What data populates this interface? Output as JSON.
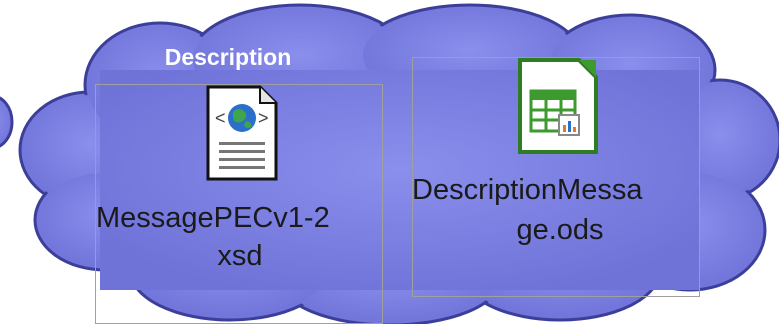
{
  "cloud": {
    "title": "Description",
    "fill_color": "#7b7fe3",
    "stroke_color": "#3c3f9a"
  },
  "files": [
    {
      "icon": "xsd-document-icon",
      "name_line1": "MessagePECv1-2",
      "name_line2": "xsd"
    },
    {
      "icon": "spreadsheet-icon",
      "name_line1": "DescriptionMessa",
      "name_line2": "ge.ods"
    }
  ],
  "colors": {
    "spreadsheet_green": "#3d9a2e",
    "globe_blue": "#2a6fc9"
  }
}
